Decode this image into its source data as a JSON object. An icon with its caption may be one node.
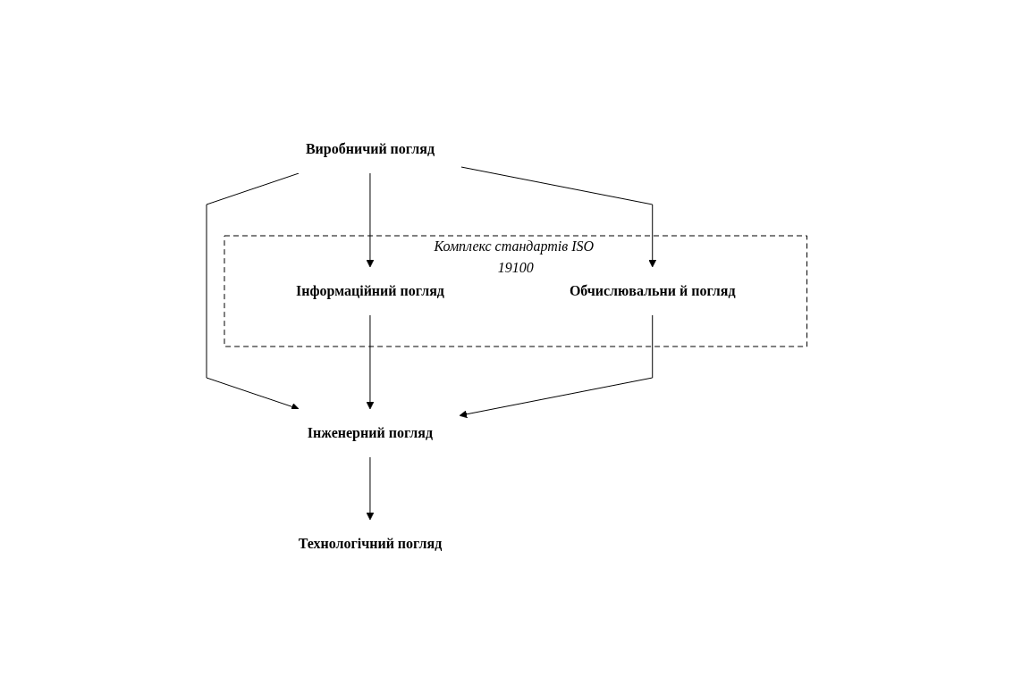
{
  "diagram": {
    "nodes": [
      {
        "text": [
          "Виробничий погляд"
        ]
      },
      {
        "text": [
          "Комплекс стандартів ISO 19100"
        ]
      },
      {
        "text": [
          "Інформаційний погляд"
        ],
        "in": 1
      },
      {
        "text": [
          "Обчислювальни й погляд"
        ],
        "in": 1
      },
      {
        "text": [
          "Інженерний погляд"
        ]
      },
      {
        "text": [
          "Технологічний погляд"
        ]
      }
    ],
    "edges": [
      {
        "from": 0,
        "to": 2,
        "arrow": "to"
      },
      {
        "from": 0,
        "to": 4,
        "arrow": "to"
      },
      {
        "from": 0,
        "to": 3,
        "arrow": "to"
      },
      {
        "from": 2,
        "to": 4,
        "arrow": "to"
      },
      {
        "from": 3,
        "to": 4,
        "arrow": "to"
      },
      {
        "from": 4,
        "to": 5,
        "arrow": "to"
      }
    ]
  }
}
